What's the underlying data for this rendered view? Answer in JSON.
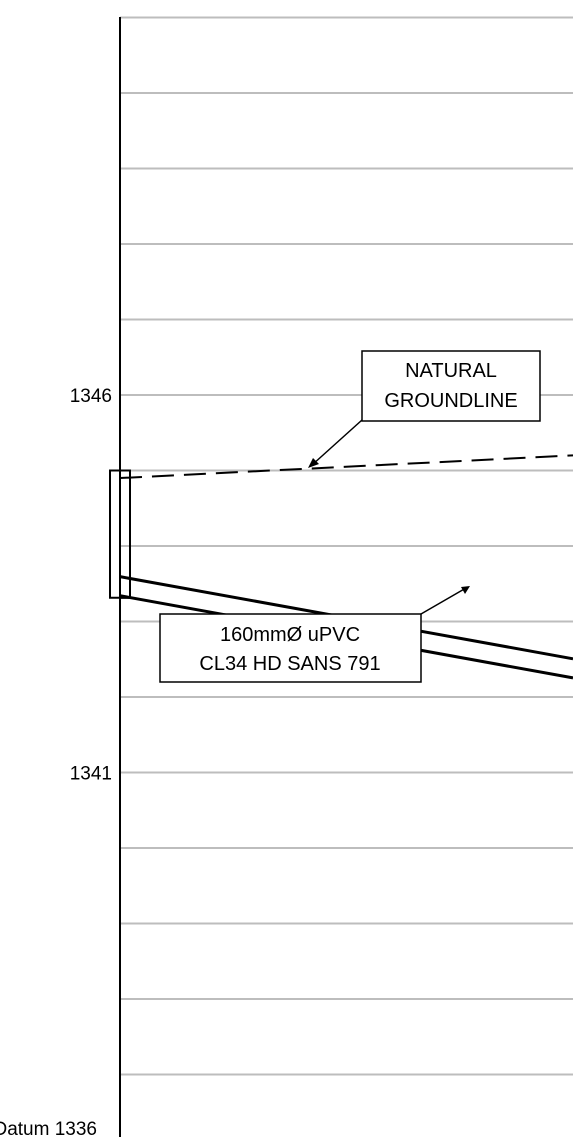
{
  "profile": {
    "levels": [
      1337,
      1338,
      1339,
      1340,
      1341,
      1342,
      1343,
      1344,
      1345,
      1346,
      1347,
      1348,
      1349,
      1350,
      1351
    ],
    "labeled_levels": [
      {
        "level": 1346,
        "text": "1346"
      },
      {
        "level": 1341,
        "text": "1341"
      }
    ],
    "datum": {
      "level": 1336,
      "text": "Datum 1336"
    },
    "natural_groundline": {
      "label_lines": [
        "NATURAL",
        "GROUNDLINE"
      ],
      "levels": [
        1344.9,
        1345.2
      ]
    },
    "pipe": {
      "label_lines": [
        "160mmØ uPVC",
        "CL34 HD SANS 791"
      ],
      "top_levels": [
        1343.7,
        1342.4
      ],
      "bottom_levels": [
        1343.5,
        1342.2
      ]
    },
    "manhole": {
      "top_level": 1345,
      "bottom_level": 1343.5
    }
  }
}
